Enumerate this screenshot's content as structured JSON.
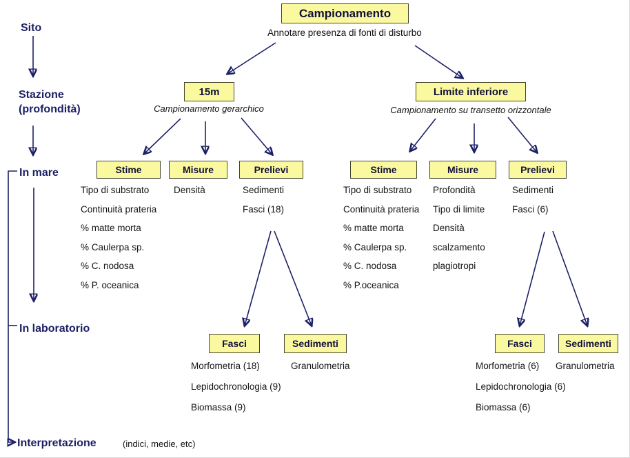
{
  "colors": {
    "box_fill": "#fbf9a0",
    "box_border": "#45452c",
    "accent_navy": "#1b1f63",
    "text": "#141414"
  },
  "header": {
    "title": "Campionamento",
    "subtitle": "Annotare presenza di fonti di disturbo"
  },
  "stages": {
    "sito": "Sito",
    "stazione": "Stazione",
    "stazione_sub": "(profondità)",
    "in_mare": "In mare",
    "in_laboratorio": "In laboratorio",
    "interpretazione": "Interpretazione",
    "interpretazione_note": "(indici, medie, etc)"
  },
  "branch_15m": {
    "box": "15m",
    "caption": "Campionamento gerarchico",
    "stime_label": "Stime",
    "stime_items": [
      "Tipo di substrato",
      "Continuità prateria",
      "% matte morta",
      "% Caulerpa sp.",
      "% C. nodosa",
      "% P. oceanica"
    ],
    "misure_label": "Misure",
    "misure_items": [
      "Densità"
    ],
    "prelievi_label": "Prelievi",
    "prelievi_items": [
      "Sedimenti",
      "Fasci (18)"
    ],
    "fasci_label": "Fasci",
    "fasci_items": [
      "Morfometria (18)",
      "Lepidochronologia (9)",
      "Biomassa (9)"
    ],
    "sedimenti_label": "Sedimenti",
    "sedimenti_items": [
      "Granulometria"
    ]
  },
  "branch_limite": {
    "box": "Limite inferiore",
    "caption": "Campionamento su transetto orizzontale",
    "stime_label": "Stime",
    "stime_items": [
      "Tipo di substrato",
      "Continuità prateria",
      "% matte morta",
      "% Caulerpa sp.",
      "% C. nodosa",
      "% P.oceanica"
    ],
    "misure_label": "Misure",
    "misure_items": [
      "Profondità",
      "Tipo di limite",
      "Densità",
      "scalzamento",
      "plagiotropi"
    ],
    "prelievi_label": "Prelievi",
    "prelievi_items": [
      "Sedimenti",
      "Fasci (6)"
    ],
    "fasci_label": "Fasci",
    "fasci_items": [
      "Morfometria (6)",
      "Lepidochronologia (6)",
      "Biomassa (6)"
    ],
    "sedimenti_label": "Sedimenti",
    "sedimenti_items": [
      "Granulometria"
    ]
  }
}
